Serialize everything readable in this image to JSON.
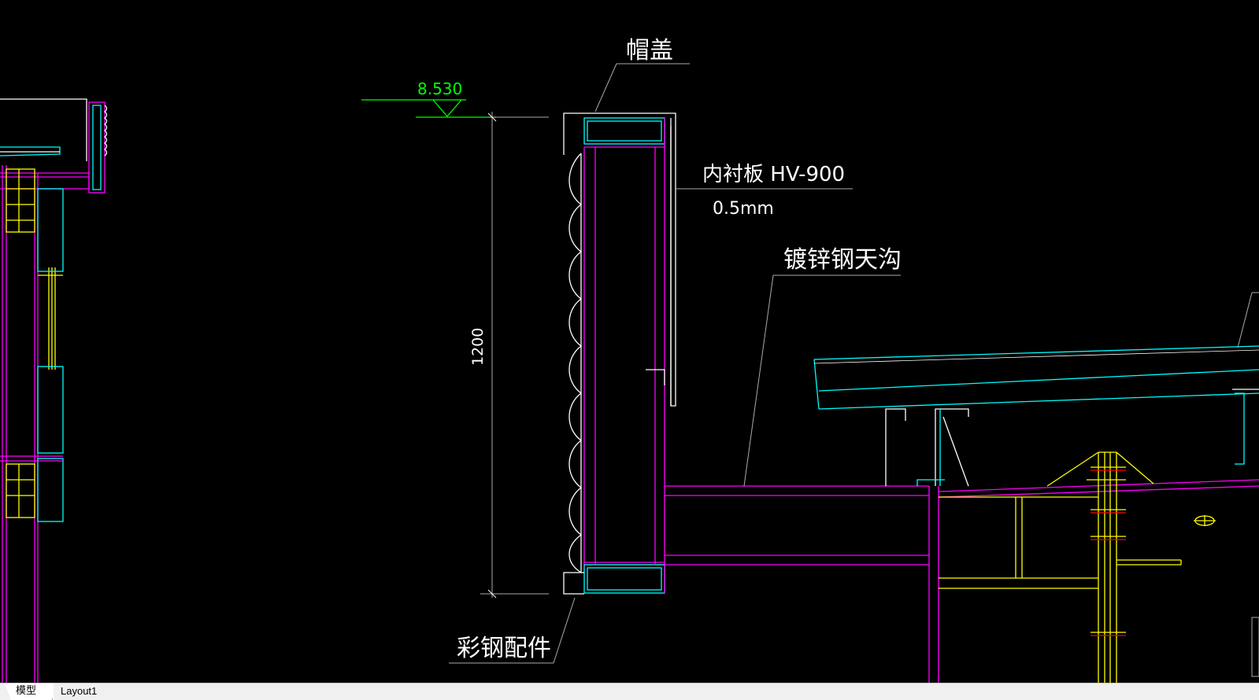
{
  "colors": {
    "background": "#000000",
    "white": "#ffffff",
    "magenta": "#ff00ff",
    "cyan": "#00ffff",
    "yellow": "#ffff00",
    "green": "#00ff00",
    "red": "#ff0000",
    "gray": "#aaaaaa"
  },
  "drawing": {
    "elevation_mark": "8.530",
    "dimension_height": "1200",
    "labels": {
      "cap": "帽盖",
      "liner_panel": "内衬板 HV-900",
      "liner_thickness": "0.5mm",
      "galvanized_gutter": "镀锌钢天沟",
      "color_steel_fitting": "彩钢配件"
    }
  },
  "tabs": {
    "model": "模型",
    "layout1": "Layout1"
  }
}
